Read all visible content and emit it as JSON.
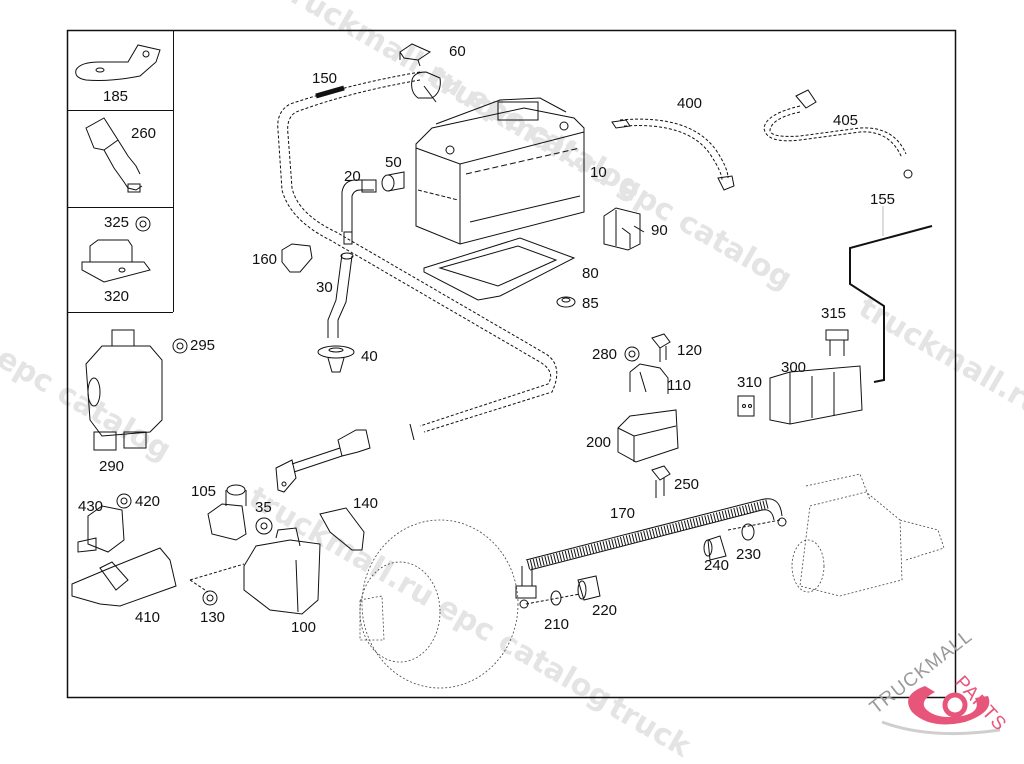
{
  "diagram": {
    "type": "exploded parts diagram",
    "subject": "Battery, battery cables, relays and fuse box assembly",
    "inset_callouts": [
      "185",
      "260",
      "325",
      "320"
    ],
    "callouts": [
      {
        "id": "60",
        "label": "60"
      },
      {
        "id": "150",
        "label": "150"
      },
      {
        "id": "400",
        "label": "400"
      },
      {
        "id": "405",
        "label": "405"
      },
      {
        "id": "20",
        "label": "20"
      },
      {
        "id": "50",
        "label": "50"
      },
      {
        "id": "10",
        "label": "10"
      },
      {
        "id": "155",
        "label": "155"
      },
      {
        "id": "90",
        "label": "90"
      },
      {
        "id": "160",
        "label": "160"
      },
      {
        "id": "80",
        "label": "80"
      },
      {
        "id": "30",
        "label": "30"
      },
      {
        "id": "85",
        "label": "85"
      },
      {
        "id": "315",
        "label": "315"
      },
      {
        "id": "295",
        "label": "295"
      },
      {
        "id": "40",
        "label": "40"
      },
      {
        "id": "280",
        "label": "280"
      },
      {
        "id": "120",
        "label": "120"
      },
      {
        "id": "300",
        "label": "300"
      },
      {
        "id": "110",
        "label": "110"
      },
      {
        "id": "310",
        "label": "310"
      },
      {
        "id": "200",
        "label": "200"
      },
      {
        "id": "290",
        "label": "290"
      },
      {
        "id": "250",
        "label": "250"
      },
      {
        "id": "430",
        "label": "430"
      },
      {
        "id": "420",
        "label": "420"
      },
      {
        "id": "105",
        "label": "105"
      },
      {
        "id": "35",
        "label": "35"
      },
      {
        "id": "140",
        "label": "140"
      },
      {
        "id": "170",
        "label": "170"
      },
      {
        "id": "240",
        "label": "240"
      },
      {
        "id": "230",
        "label": "230"
      },
      {
        "id": "410",
        "label": "410"
      },
      {
        "id": "130",
        "label": "130"
      },
      {
        "id": "100",
        "label": "100"
      },
      {
        "id": "210",
        "label": "210"
      },
      {
        "id": "220",
        "label": "220"
      }
    ]
  },
  "inset_boxes": [
    {
      "part": "185",
      "label": "185"
    },
    {
      "part": "260",
      "label": "260"
    },
    {
      "part": "325",
      "label": "325"
    },
    {
      "part": "320",
      "label": "320"
    }
  ],
  "watermarks": [
    "truckmall.ru epc catalog",
    "truckmall.ru epc catalog",
    "l epc catalog",
    "truckmall.ru epc catalog",
    "truckmall.ru e",
    "truck"
  ],
  "logo": {
    "text_primary": "TRUCKMALL",
    "text_accent": "PARTS",
    "primary_color": "#9a9a9a",
    "accent_color": "#e8557a"
  },
  "colors": {
    "line": "#111111",
    "watermark": "#e4e4e4",
    "background": "#ffffff"
  }
}
